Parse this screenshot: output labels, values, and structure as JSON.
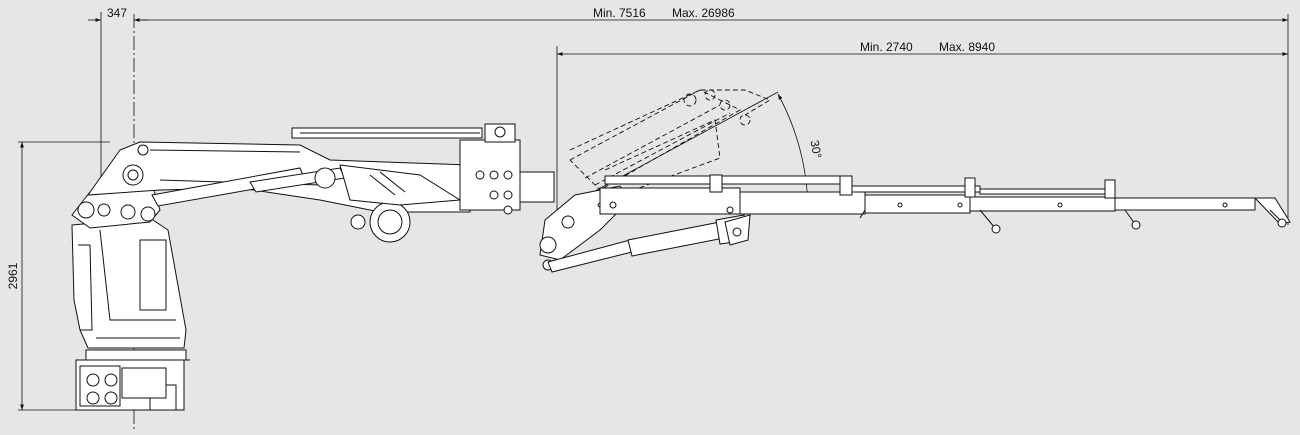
{
  "dimensions": {
    "base_offset": "347",
    "total_reach_min": "Min. 7516",
    "total_reach_max": "Max. 26986",
    "jib_reach_min": "Min. 2740",
    "jib_reach_max": "Max. 8940",
    "height": "2961",
    "angle": "30°"
  },
  "style": {
    "background": "#e6e6e7",
    "line_color": "#111111"
  }
}
